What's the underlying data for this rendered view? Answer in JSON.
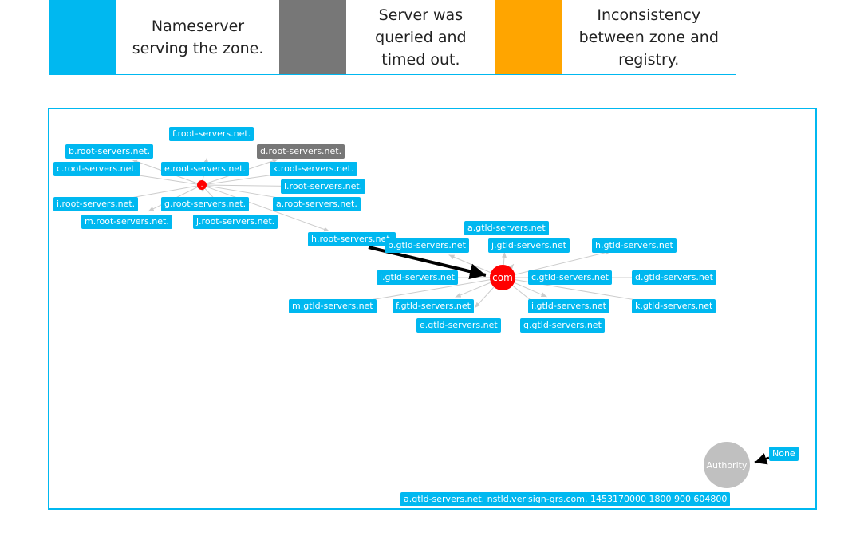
{
  "legend": [
    {
      "color": "#00b8f0",
      "text": "Nameserver serving the zone."
    },
    {
      "color": "#777777",
      "text": "Server was queried and timed out."
    },
    {
      "color": "#ffa500",
      "text": "Inconsistency between zone and registry."
    }
  ],
  "root": {
    "label": ".",
    "servers": [
      "b.root-servers.net.",
      "f.root-servers.net.",
      "d.root-servers.net.",
      "e.root-servers.net.",
      "k.root-servers.net.",
      "c.root-servers.net.",
      "l.root-servers.net.",
      "i.root-servers.net.",
      "g.root-servers.net.",
      "a.root-servers.net.",
      "j.root-servers.net.",
      "m.root-servers.net.",
      "h.root-servers.net."
    ],
    "timed_out": [
      "d.root-servers.net."
    ]
  },
  "com": {
    "label": "com",
    "servers": [
      "a.gtld-servers.net",
      "b.gtld-servers.net",
      "j.gtld-servers.net",
      "h.gtld-servers.net",
      "l.gtld-servers.net",
      "c.gtld-servers.net",
      "d.gtld-servers.net",
      "m.gtld-servers.net",
      "f.gtld-servers.net",
      "i.gtld-servers.net",
      "k.gtld-servers.net",
      "e.gtld-servers.net",
      "g.gtld-servers.net"
    ]
  },
  "authority": {
    "label": "Authority",
    "none_label": "None",
    "soa": "a.gtld-servers.net. nstld.verisign-grs.com. 1453170000 1800 900 604800"
  },
  "colors": {
    "ns": "#00b8f0",
    "timeout": "#777777",
    "inconsistent": "#ffa500",
    "zone": "#ff0000",
    "authority": "#c0c0c0"
  }
}
